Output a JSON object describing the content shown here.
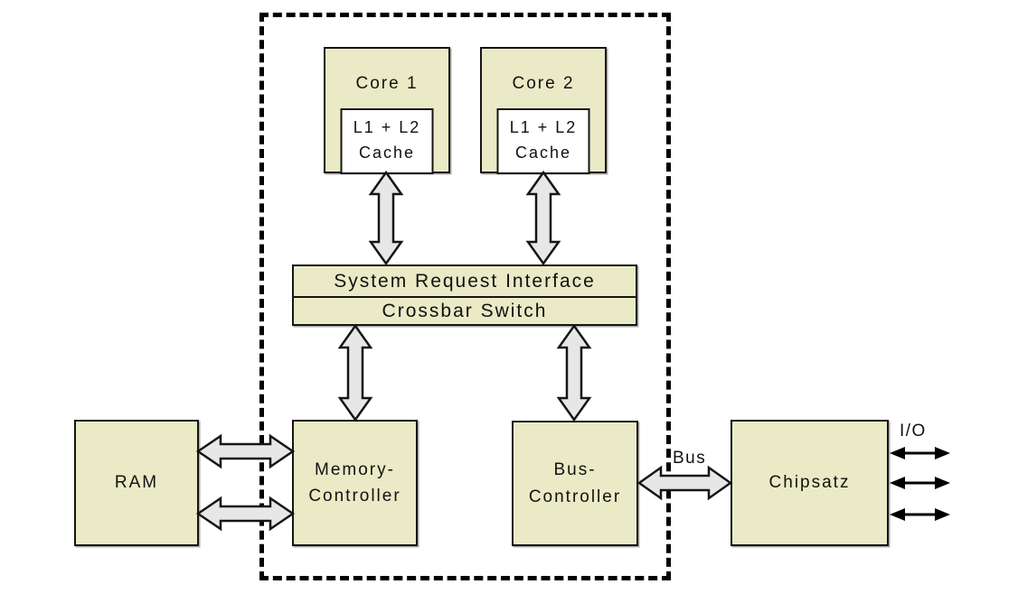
{
  "diagram": {
    "nodes": {
      "core1": {
        "label": "Core 1"
      },
      "core2": {
        "label": "Core 2"
      },
      "cache1": {
        "line1": "L1 + L2",
        "line2": "Cache"
      },
      "cache2": {
        "line1": "L1 + L2",
        "line2": "Cache"
      },
      "sri": {
        "label": "System Request Interface"
      },
      "crossbar": {
        "label": "Crossbar Switch"
      },
      "ram": {
        "label": "RAM"
      },
      "memory_controller": {
        "line1": "Memory-",
        "line2": "Controller"
      },
      "bus_controller": {
        "line1": "Bus-",
        "line2": "Controller"
      },
      "chipsatz": {
        "label": "Chipsatz"
      }
    },
    "edge_labels": {
      "bus": "Bus",
      "io": "I/O"
    },
    "colors": {
      "box_fill": "#eaeac6",
      "cache_fill": "#ffffff",
      "arrow_fill": "#e7e7e7",
      "outline": "#151515",
      "background": "#ffffff"
    }
  }
}
